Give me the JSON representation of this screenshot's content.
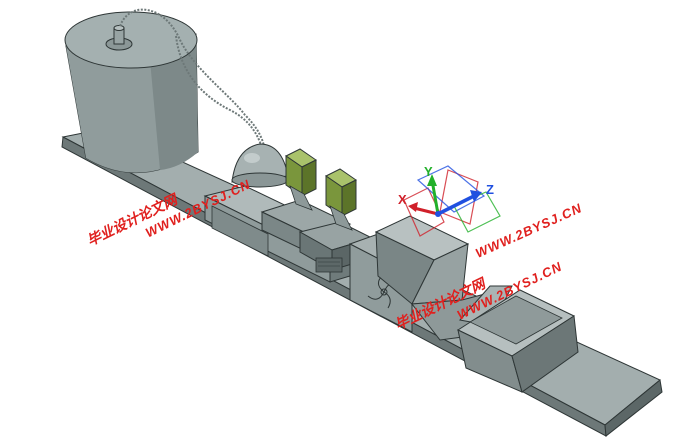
{
  "viewport": {
    "background": "#ffffff"
  },
  "model": {
    "body_color": "#9aa6a6",
    "dark_color": "#5f6b6b",
    "light_color": "#c7d0d0",
    "edge_color": "#2e3636",
    "accent_green": "#6f8f3a"
  },
  "watermarks": [
    {
      "cn": "毕业设计论文网",
      "url": "WWW.2BYSJ.CN"
    },
    {
      "cn": "毕业设计论文网",
      "url": "WWW.2BYSJ.CN"
    },
    {
      "cn": "",
      "url": "WWW.2BYSJ.CN"
    }
  ],
  "watermark_color": "#e0201e",
  "triad": {
    "x_label": "X",
    "y_label": "Y",
    "z_label": "Z",
    "x_color": "#d0202a",
    "y_color": "#22b02a",
    "z_color": "#2050e0"
  }
}
